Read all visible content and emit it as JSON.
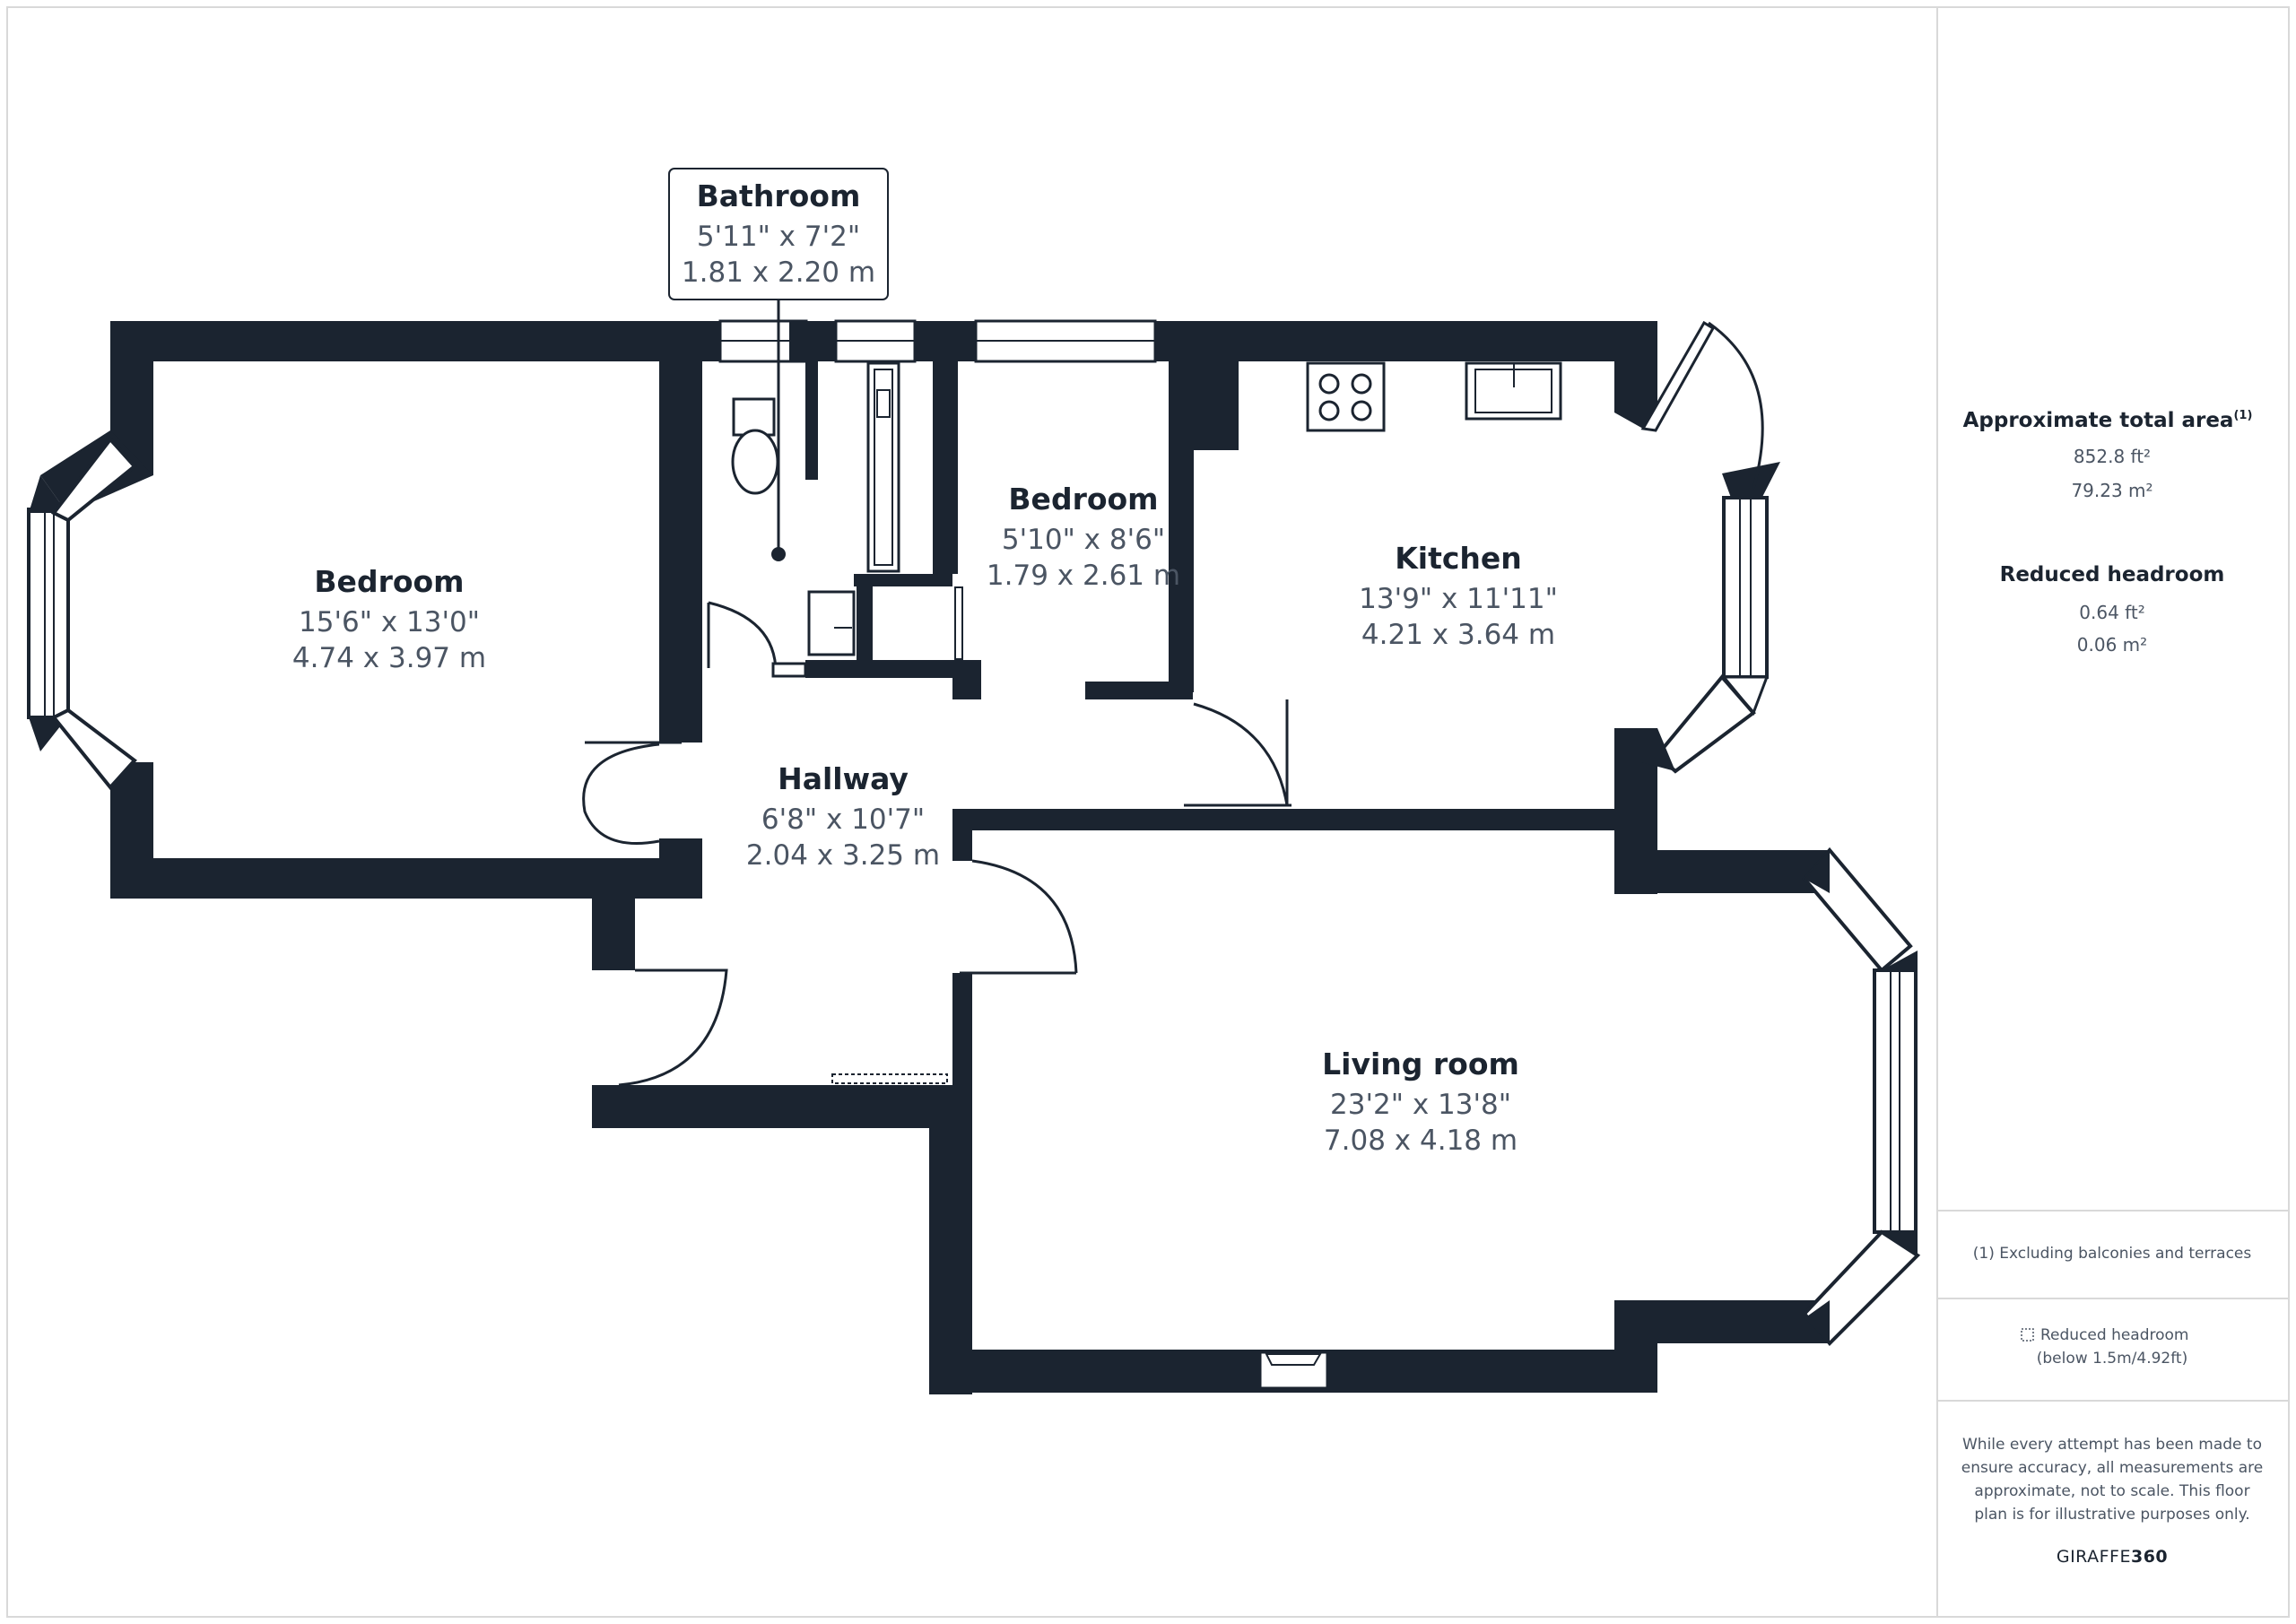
{
  "rooms": {
    "bathroom": {
      "name": "Bathroom",
      "imperial": "5'11\" x 7'2\"",
      "metric": "1.81 x 2.20 m"
    },
    "bedroom_large": {
      "name": "Bedroom",
      "imperial": "15'6\" x 13'0\"",
      "metric": "4.74 x 3.97 m"
    },
    "bedroom_small": {
      "name": "Bedroom",
      "imperial": "5'10\" x 8'6\"",
      "metric": "1.79 x 2.61 m"
    },
    "kitchen": {
      "name": "Kitchen",
      "imperial": "13'9\" x 11'11\"",
      "metric": "4.21 x 3.64 m"
    },
    "hallway": {
      "name": "Hallway",
      "imperial": "6'8\" x 10'7\"",
      "metric": "2.04 x 3.25 m"
    },
    "living_room": {
      "name": "Living room",
      "imperial": "23'2\" x 13'8\"",
      "metric": "7.08 x 4.18 m"
    }
  },
  "sidebar": {
    "total_area_title": "Approximate total area",
    "total_area_sup": "(1)",
    "total_area_ft": "852.8 ft²",
    "total_area_m": "79.23 m²",
    "reduced_title": "Reduced headroom",
    "reduced_ft": "0.64 ft²",
    "reduced_m": "0.06 m²",
    "footnote": "(1) Excluding balconies and terraces",
    "legend_line1": "Reduced headroom",
    "legend_line2": "(below 1.5m/4.92ft)",
    "disclaimer": [
      "While every attempt has been made to",
      "ensure accuracy, all measurements are",
      "approximate, not to scale. This floor",
      "plan is for illustrative purposes only."
    ],
    "brand_a": "GIRAFFE",
    "brand_b": "360"
  },
  "colors": {
    "wall": "#1b2430",
    "border": "#d9d9d9",
    "text_secondary": "#4b5563"
  }
}
